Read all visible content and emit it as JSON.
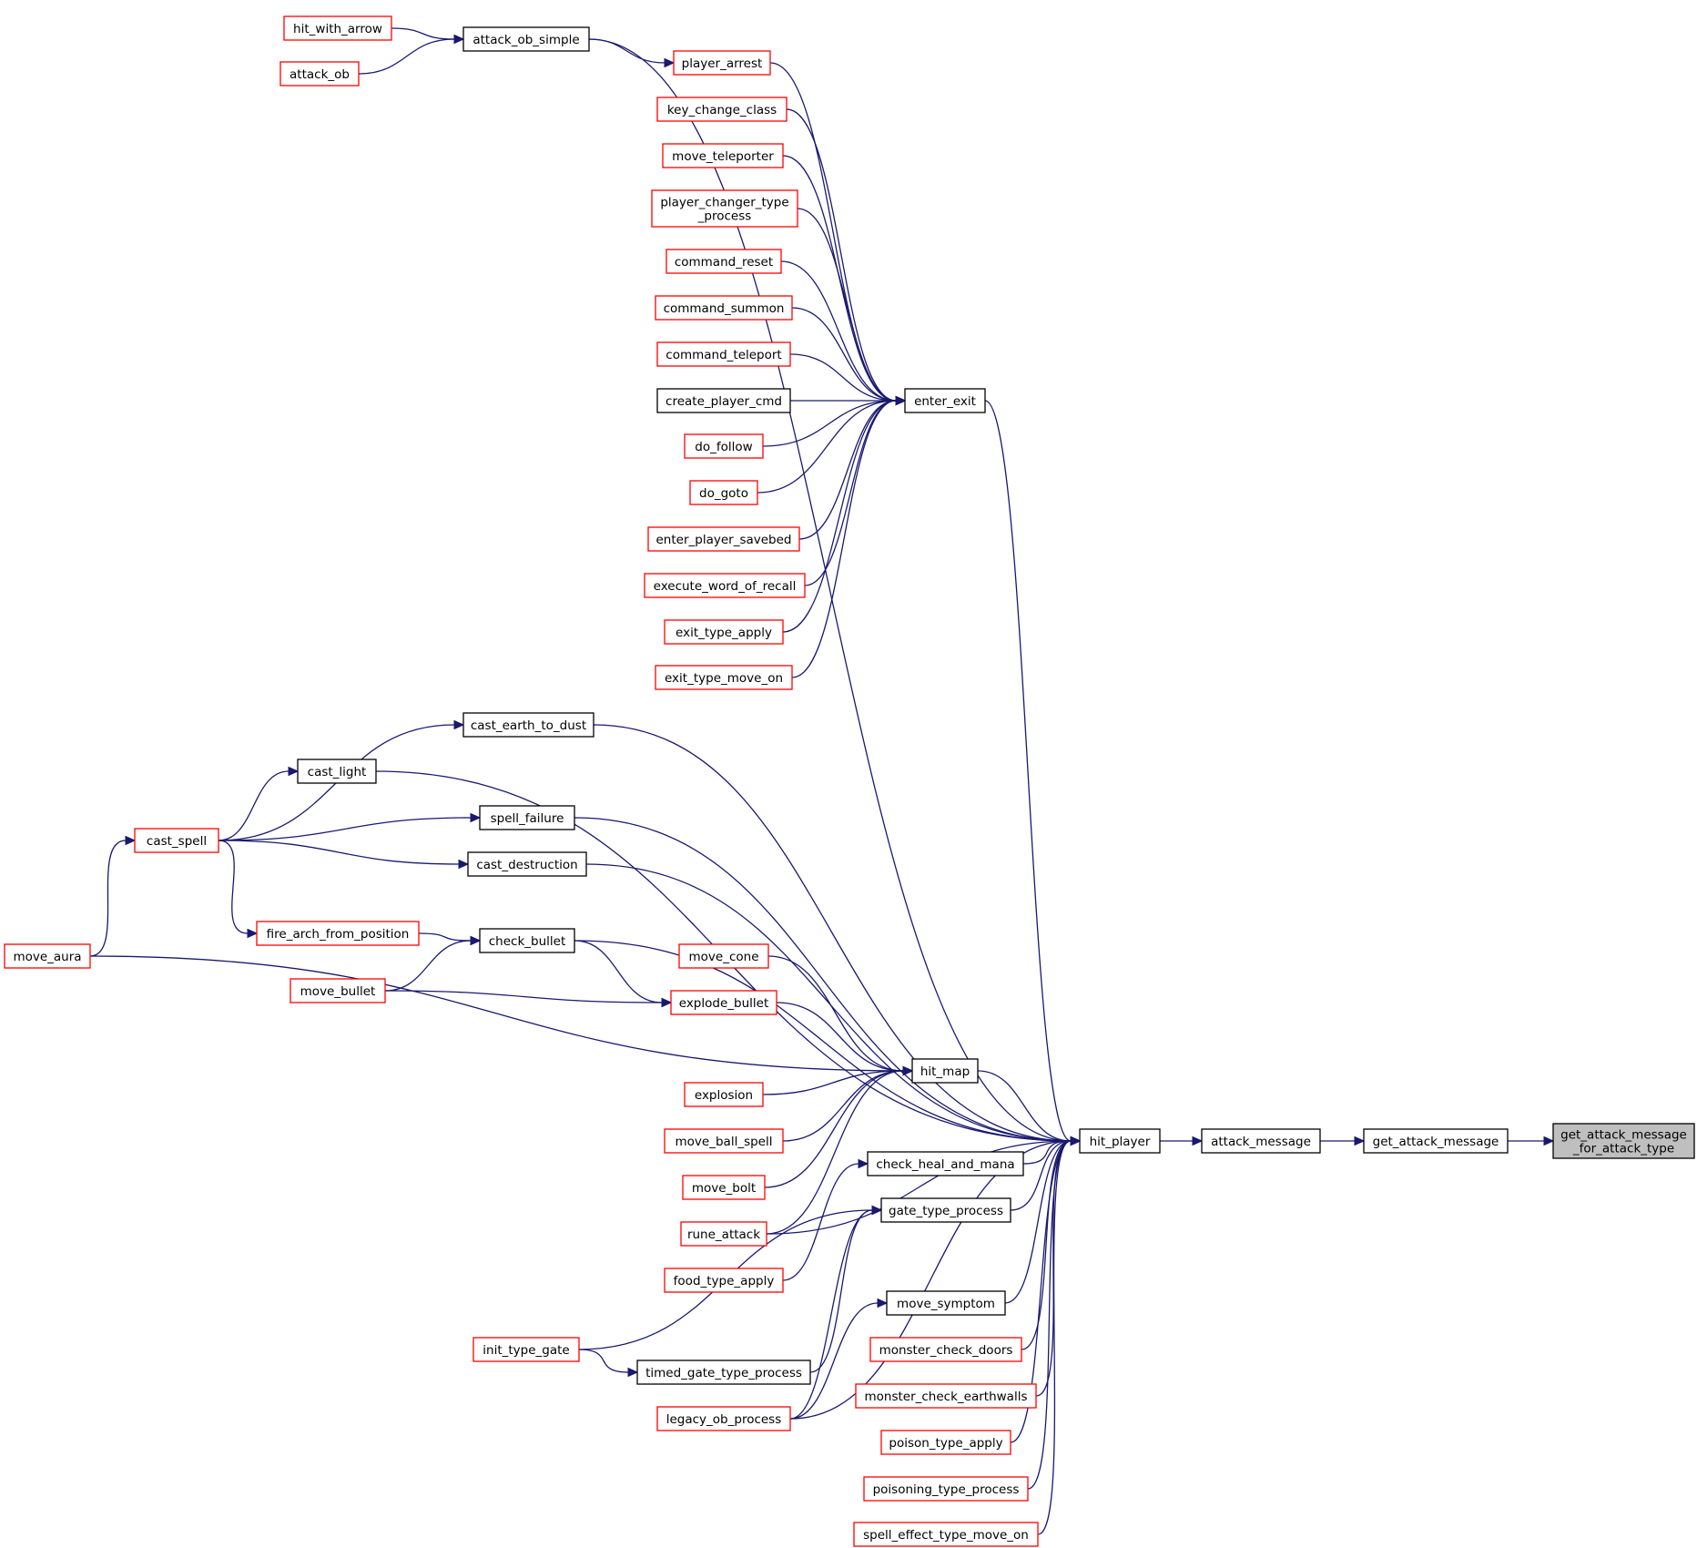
{
  "colors": {
    "edge": "#191970",
    "border_default": "#000000",
    "border_truncated": "#ff0000",
    "focus_fill": "#bfbfbf",
    "fill": "#ffffff"
  },
  "nodes": [
    {
      "id": "hit_with_arrow",
      "lines": [
        "hit_with_arrow"
      ],
      "style": "truncated"
    },
    {
      "id": "attack_ob",
      "lines": [
        "attack_ob"
      ],
      "style": "truncated"
    },
    {
      "id": "attack_ob_simple",
      "lines": [
        "attack_ob_simple"
      ],
      "style": "default"
    },
    {
      "id": "player_arrest",
      "lines": [
        "player_arrest"
      ],
      "style": "truncated"
    },
    {
      "id": "key_change_class",
      "lines": [
        "key_change_class"
      ],
      "style": "truncated"
    },
    {
      "id": "move_teleporter",
      "lines": [
        "move_teleporter"
      ],
      "style": "truncated"
    },
    {
      "id": "player_changer_type_process",
      "lines": [
        "player_changer_type",
        "_process"
      ],
      "style": "truncated"
    },
    {
      "id": "command_reset",
      "lines": [
        "command_reset"
      ],
      "style": "truncated"
    },
    {
      "id": "command_summon",
      "lines": [
        "command_summon"
      ],
      "style": "truncated"
    },
    {
      "id": "command_teleport",
      "lines": [
        "command_teleport"
      ],
      "style": "truncated"
    },
    {
      "id": "create_player_cmd",
      "lines": [
        "create_player_cmd"
      ],
      "style": "default"
    },
    {
      "id": "do_follow",
      "lines": [
        "do_follow"
      ],
      "style": "truncated"
    },
    {
      "id": "do_goto",
      "lines": [
        "do_goto"
      ],
      "style": "truncated"
    },
    {
      "id": "enter_player_savebed",
      "lines": [
        "enter_player_savebed"
      ],
      "style": "truncated"
    },
    {
      "id": "execute_word_of_recall",
      "lines": [
        "execute_word_of_recall"
      ],
      "style": "truncated"
    },
    {
      "id": "exit_type_apply",
      "lines": [
        "exit_type_apply"
      ],
      "style": "truncated"
    },
    {
      "id": "exit_type_move_on",
      "lines": [
        "exit_type_move_on"
      ],
      "style": "truncated"
    },
    {
      "id": "enter_exit",
      "lines": [
        "enter_exit"
      ],
      "style": "default"
    },
    {
      "id": "cast_earth_to_dust",
      "lines": [
        "cast_earth_to_dust"
      ],
      "style": "default"
    },
    {
      "id": "cast_light",
      "lines": [
        "cast_light"
      ],
      "style": "default"
    },
    {
      "id": "spell_failure",
      "lines": [
        "spell_failure"
      ],
      "style": "default"
    },
    {
      "id": "cast_spell",
      "lines": [
        "cast_spell"
      ],
      "style": "truncated"
    },
    {
      "id": "cast_destruction",
      "lines": [
        "cast_destruction"
      ],
      "style": "default"
    },
    {
      "id": "fire_arch_from_position",
      "lines": [
        "fire_arch_from_position"
      ],
      "style": "truncated"
    },
    {
      "id": "check_bullet",
      "lines": [
        "check_bullet"
      ],
      "style": "default"
    },
    {
      "id": "move_aura",
      "lines": [
        "move_aura"
      ],
      "style": "truncated"
    },
    {
      "id": "move_bullet",
      "lines": [
        "move_bullet"
      ],
      "style": "truncated"
    },
    {
      "id": "move_cone",
      "lines": [
        "move_cone"
      ],
      "style": "truncated"
    },
    {
      "id": "explode_bullet",
      "lines": [
        "explode_bullet"
      ],
      "style": "truncated"
    },
    {
      "id": "hit_map",
      "lines": [
        "hit_map"
      ],
      "style": "default"
    },
    {
      "id": "explosion",
      "lines": [
        "explosion"
      ],
      "style": "truncated"
    },
    {
      "id": "move_ball_spell",
      "lines": [
        "move_ball_spell"
      ],
      "style": "truncated"
    },
    {
      "id": "move_bolt",
      "lines": [
        "move_bolt"
      ],
      "style": "truncated"
    },
    {
      "id": "rune_attack",
      "lines": [
        "rune_attack"
      ],
      "style": "truncated"
    },
    {
      "id": "food_type_apply",
      "lines": [
        "food_type_apply"
      ],
      "style": "truncated"
    },
    {
      "id": "check_heal_and_mana",
      "lines": [
        "check_heal_and_mana"
      ],
      "style": "default"
    },
    {
      "id": "gate_type_process",
      "lines": [
        "gate_type_process"
      ],
      "style": "default"
    },
    {
      "id": "move_symptom",
      "lines": [
        "move_symptom"
      ],
      "style": "default"
    },
    {
      "id": "init_type_gate",
      "lines": [
        "init_type_gate"
      ],
      "style": "truncated"
    },
    {
      "id": "timed_gate_type_process",
      "lines": [
        "timed_gate_type_process"
      ],
      "style": "default"
    },
    {
      "id": "legacy_ob_process",
      "lines": [
        "legacy_ob_process"
      ],
      "style": "truncated"
    },
    {
      "id": "monster_check_doors",
      "lines": [
        "monster_check_doors"
      ],
      "style": "truncated"
    },
    {
      "id": "monster_check_earthwalls",
      "lines": [
        "monster_check_earthwalls"
      ],
      "style": "truncated"
    },
    {
      "id": "poison_type_apply",
      "lines": [
        "poison_type_apply"
      ],
      "style": "truncated"
    },
    {
      "id": "poisoning_type_process",
      "lines": [
        "poisoning_type_process"
      ],
      "style": "truncated"
    },
    {
      "id": "spell_effect_type_move_on",
      "lines": [
        "spell_effect_type_move_on"
      ],
      "style": "truncated"
    },
    {
      "id": "hit_player",
      "lines": [
        "hit_player"
      ],
      "style": "default"
    },
    {
      "id": "attack_message",
      "lines": [
        "attack_message"
      ],
      "style": "default"
    },
    {
      "id": "get_attack_message",
      "lines": [
        "get_attack_message"
      ],
      "style": "default"
    },
    {
      "id": "get_attack_message_for_attack_type",
      "lines": [
        "get_attack_message",
        "_for_attack_type"
      ],
      "style": "focus"
    }
  ],
  "edges": [
    [
      "hit_with_arrow",
      "attack_ob_simple"
    ],
    [
      "attack_ob",
      "attack_ob_simple"
    ],
    [
      "attack_ob_simple",
      "player_arrest"
    ],
    [
      "attack_ob_simple",
      "hit_player"
    ],
    [
      "player_arrest",
      "enter_exit"
    ],
    [
      "key_change_class",
      "enter_exit"
    ],
    [
      "move_teleporter",
      "enter_exit"
    ],
    [
      "player_changer_type_process",
      "enter_exit"
    ],
    [
      "command_reset",
      "enter_exit"
    ],
    [
      "command_summon",
      "enter_exit"
    ],
    [
      "command_teleport",
      "enter_exit"
    ],
    [
      "create_player_cmd",
      "enter_exit"
    ],
    [
      "do_follow",
      "enter_exit"
    ],
    [
      "do_goto",
      "enter_exit"
    ],
    [
      "enter_player_savebed",
      "enter_exit"
    ],
    [
      "execute_word_of_recall",
      "enter_exit"
    ],
    [
      "exit_type_apply",
      "enter_exit"
    ],
    [
      "exit_type_move_on",
      "enter_exit"
    ],
    [
      "enter_exit",
      "hit_player"
    ],
    [
      "cast_spell",
      "cast_earth_to_dust"
    ],
    [
      "cast_spell",
      "cast_light"
    ],
    [
      "cast_spell",
      "spell_failure"
    ],
    [
      "cast_spell",
      "cast_destruction"
    ],
    [
      "cast_spell",
      "fire_arch_from_position"
    ],
    [
      "move_aura",
      "cast_spell"
    ],
    [
      "move_aura",
      "hit_map"
    ],
    [
      "cast_earth_to_dust",
      "hit_player"
    ],
    [
      "cast_light",
      "hit_player"
    ],
    [
      "spell_failure",
      "hit_player"
    ],
    [
      "cast_destruction",
      "hit_player"
    ],
    [
      "fire_arch_from_position",
      "check_bullet"
    ],
    [
      "move_bullet",
      "check_bullet"
    ],
    [
      "move_bullet",
      "explode_bullet"
    ],
    [
      "check_bullet",
      "explode_bullet"
    ],
    [
      "check_bullet",
      "hit_player"
    ],
    [
      "move_cone",
      "hit_map"
    ],
    [
      "explode_bullet",
      "hit_map"
    ],
    [
      "explosion",
      "hit_map"
    ],
    [
      "move_ball_spell",
      "hit_map"
    ],
    [
      "move_bolt",
      "hit_map"
    ],
    [
      "rune_attack",
      "hit_map"
    ],
    [
      "rune_attack",
      "hit_player"
    ],
    [
      "hit_map",
      "hit_player"
    ],
    [
      "food_type_apply",
      "check_heal_and_mana"
    ],
    [
      "check_heal_and_mana",
      "hit_player"
    ],
    [
      "init_type_gate",
      "gate_type_process"
    ],
    [
      "init_type_gate",
      "timed_gate_type_process"
    ],
    [
      "timed_gate_type_process",
      "gate_type_process"
    ],
    [
      "legacy_ob_process",
      "gate_type_process"
    ],
    [
      "legacy_ob_process",
      "move_symptom"
    ],
    [
      "legacy_ob_process",
      "hit_player"
    ],
    [
      "gate_type_process",
      "hit_player"
    ],
    [
      "move_symptom",
      "hit_player"
    ],
    [
      "monster_check_doors",
      "hit_player"
    ],
    [
      "monster_check_earthwalls",
      "hit_player"
    ],
    [
      "poison_type_apply",
      "hit_player"
    ],
    [
      "poisoning_type_process",
      "hit_player"
    ],
    [
      "spell_effect_type_move_on",
      "hit_player"
    ],
    [
      "hit_player",
      "attack_message"
    ],
    [
      "attack_message",
      "get_attack_message"
    ],
    [
      "get_attack_message",
      "get_attack_message_for_attack_type"
    ]
  ]
}
